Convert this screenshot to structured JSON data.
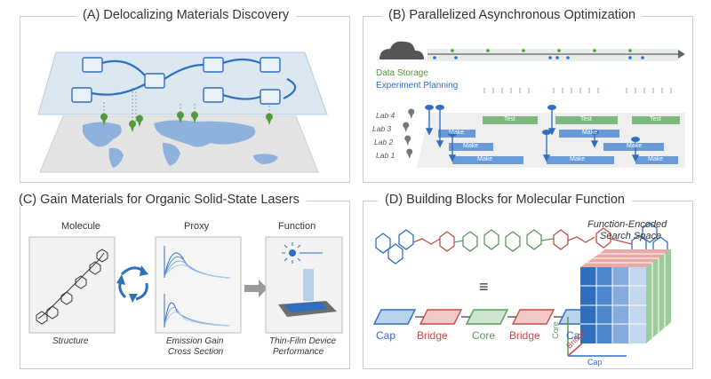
{
  "panels": {
    "a": {
      "title": "(A)  Delocalizing Materials Discovery"
    },
    "b": {
      "title": "(B)  Parallelized Asynchronous Optimization",
      "data_storage": "Data Storage",
      "experiment_planning": "Experiment Planning",
      "labs": [
        "Lab 4",
        "Lab 3",
        "Lab 2",
        "Lab 1"
      ],
      "test_label": "Test",
      "make_label": "Make"
    },
    "c": {
      "title": "(C)  Gain Materials for Organic Solid-State Lasers",
      "col1_head": "Molecule",
      "col2_head": "Proxy",
      "col3_head": "Function",
      "col1_caption": "Structure",
      "col2_caption_1": "Emission Gain",
      "col2_caption_2": "Cross Section",
      "col3_caption_1": "Thin-Film Device",
      "col3_caption_2": "Performance"
    },
    "d": {
      "title": "(D)  Building Blocks for Molecular Function",
      "equiv": "≡",
      "blocks": [
        "Cap",
        "Bridge",
        "Core",
        "Bridge",
        "Cap"
      ],
      "space_title_1": "Function-Encoded",
      "space_title_2": "Search Space",
      "axis_core": "Core",
      "axis_bridge": "Bridge",
      "axis_cap": "Cap"
    }
  },
  "colors": {
    "blue": "#2f6fbf",
    "red": "#c0504d",
    "green": "#5a9a5a",
    "light_blue": "#b9d3ea",
    "lab_green": "#7fb87f",
    "lab_blue": "#6b9bd6"
  }
}
